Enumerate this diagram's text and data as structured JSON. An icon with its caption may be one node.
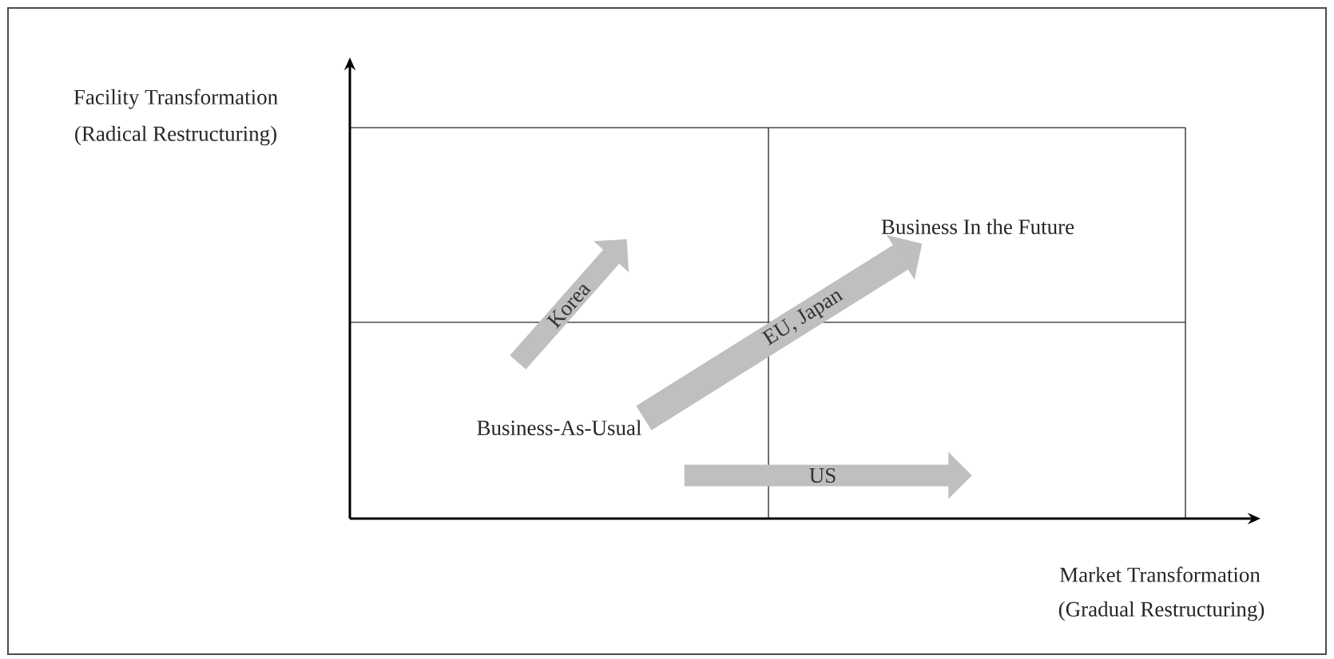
{
  "diagram": {
    "nodes": [
      {
        "text": [
          "Business-As-Usual"
        ]
      },
      {
        "text": [
          "Business In the Future"
        ]
      },
      {
        "text": [
          "Korea"
        ]
      },
      {
        "text": [
          "US"
        ]
      }
    ],
    "edges": [
      {
        "from": 0,
        "to": 1,
        "arrow": "to",
        "label": "EU, Japan"
      }
    ],
    "labels": [
      "Facility Transformation",
      "(Radical Restructuring)",
      "Market Transformation",
      "(Gradual Restructuring)"
    ]
  }
}
